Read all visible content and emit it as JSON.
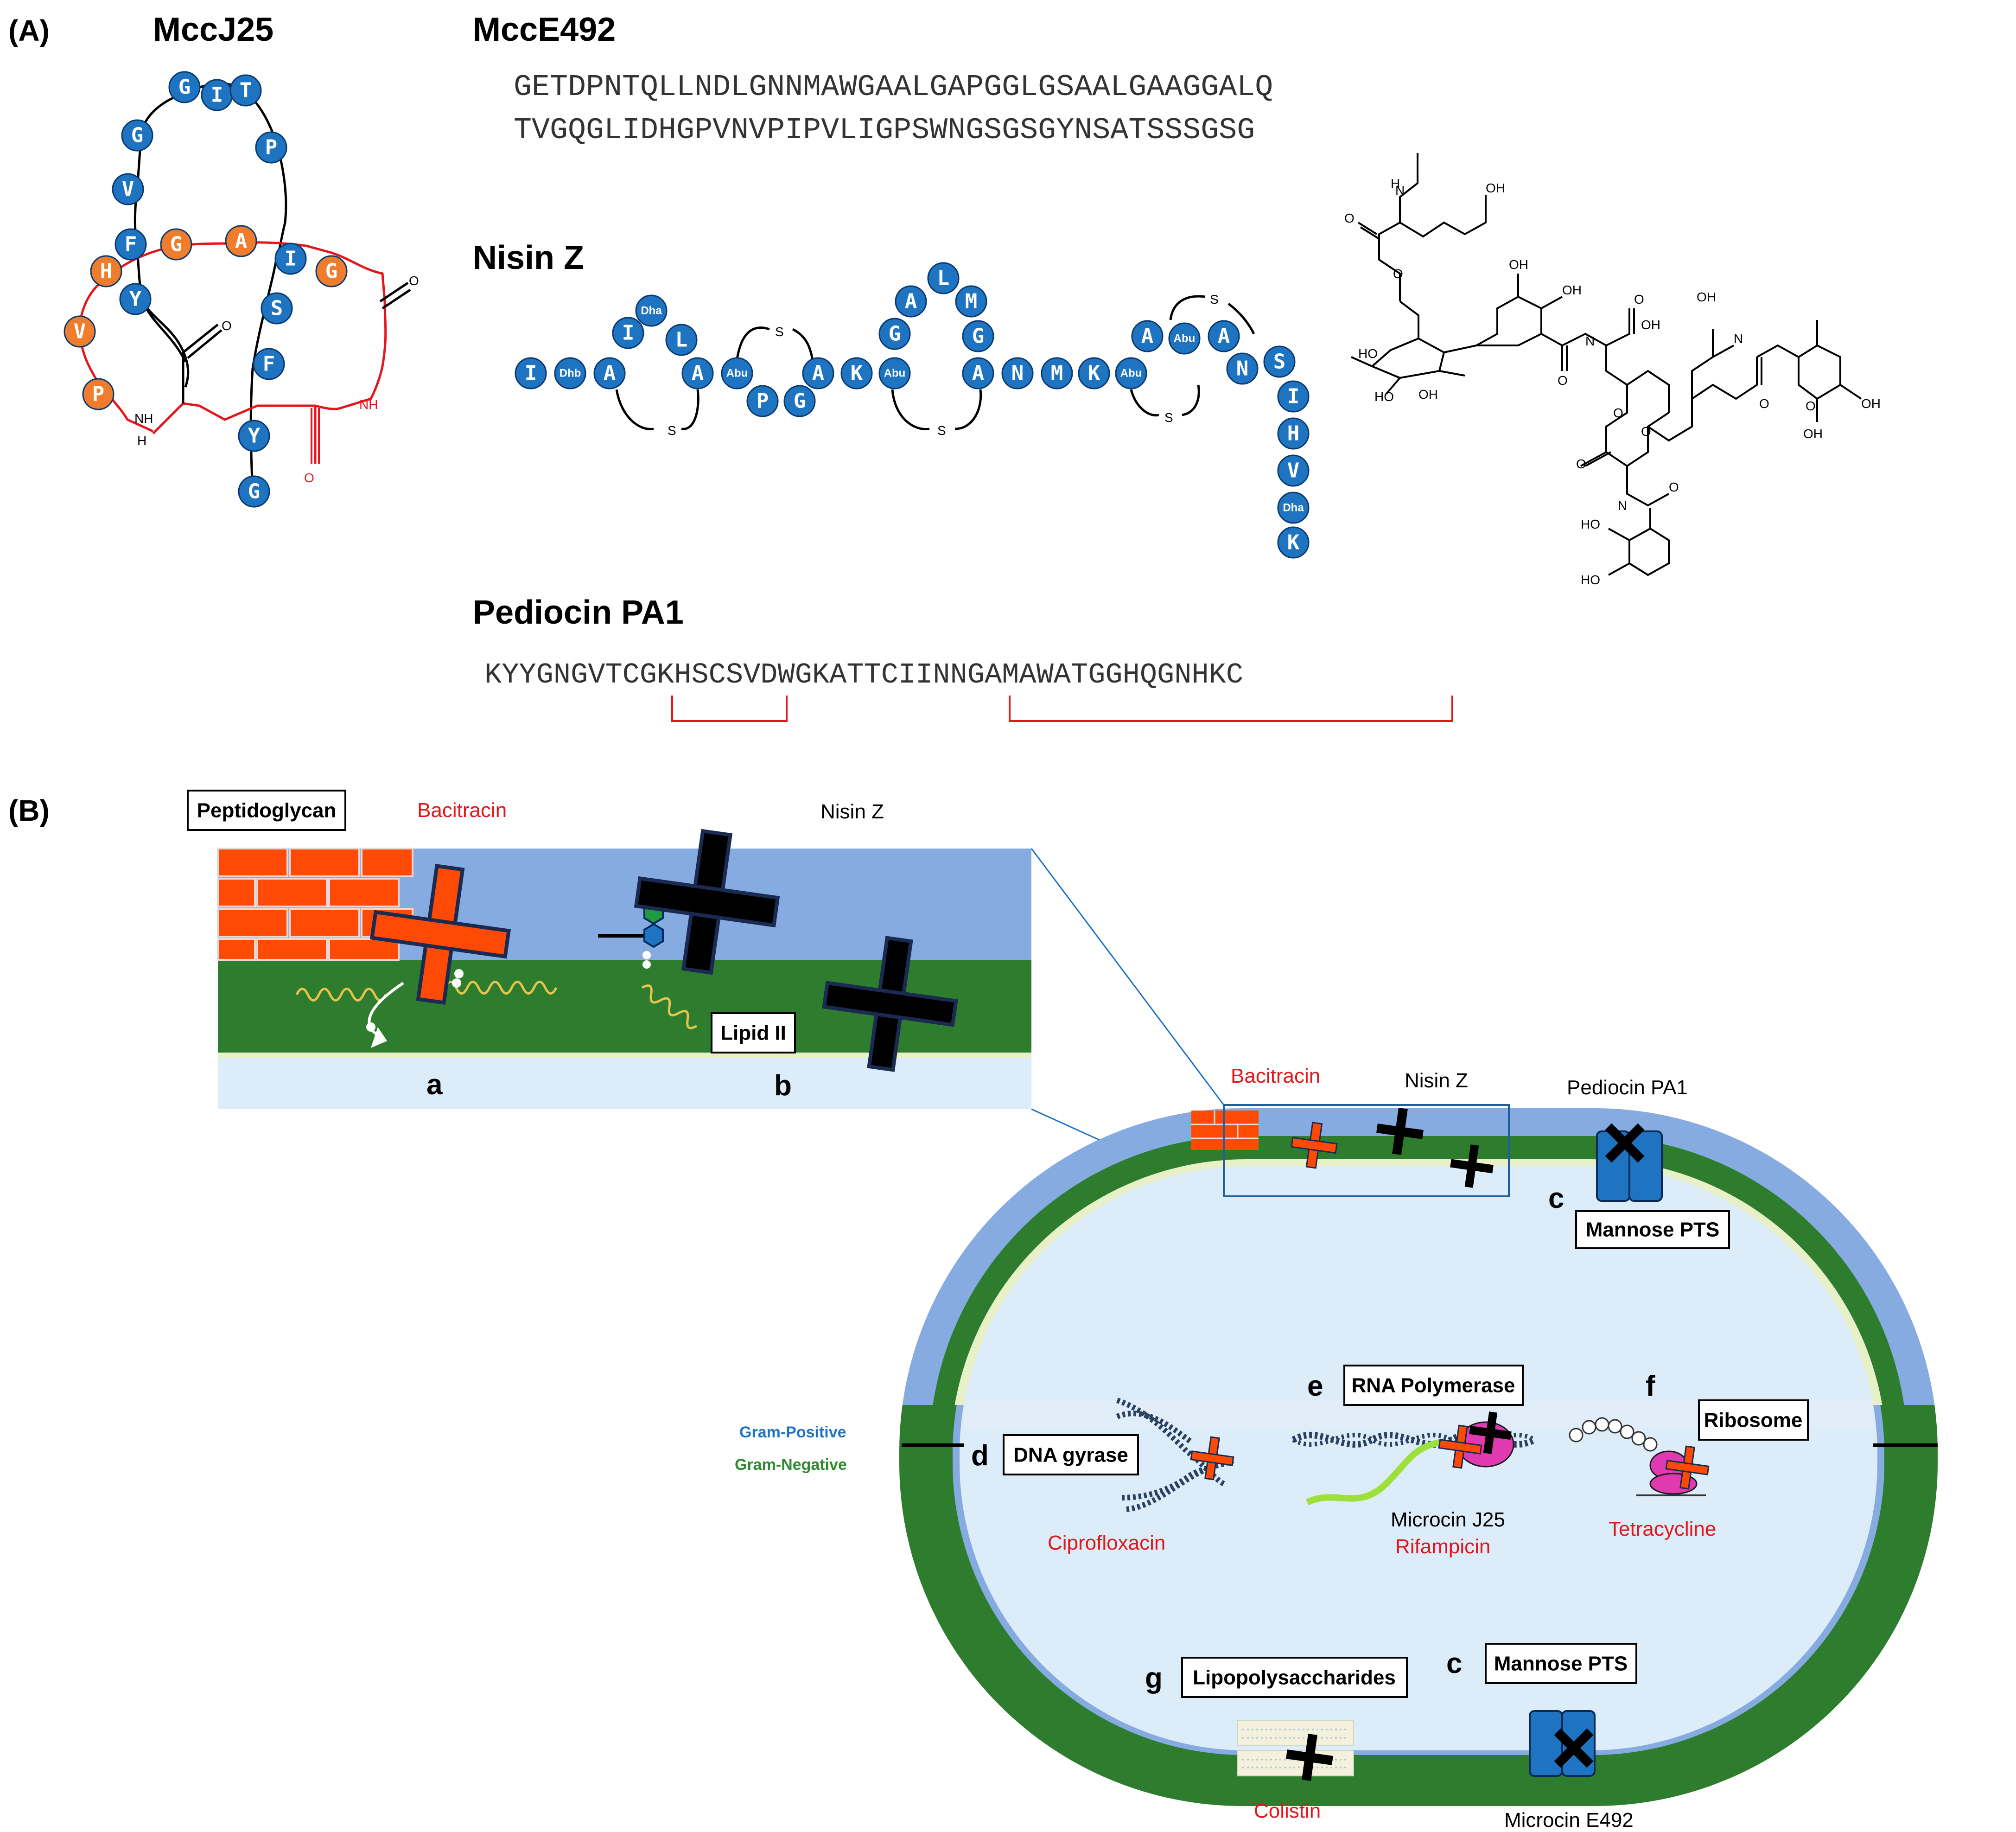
{
  "panel_a": {
    "label": "(A)",
    "mccj25": {
      "title": "MccJ25",
      "residues": [
        "G",
        "I",
        "G",
        "T",
        "V",
        "P",
        "F",
        "G",
        "A",
        "I",
        "G",
        "H",
        "Y",
        "S",
        "V",
        "F",
        "P",
        "Y",
        "G"
      ],
      "nh_label": "NH",
      "h_label": "H",
      "o_label": "O"
    },
    "mcce492": {
      "title": "MccE492",
      "seq_line1": "GETDPNTQLLNDLGNNMAWGAALGAPGGLGSAALGAAGGALQ",
      "seq_line2": "TVGQGLIDHGPVNVPIPVLIGPSWNGSGSGYNSATSSSGSG"
    },
    "nisin": {
      "title": "Nisin Z",
      "residues": [
        "I",
        "Dhb",
        "A",
        "I",
        "Dha",
        "L",
        "A",
        "Abu",
        "P",
        "G",
        "A",
        "K",
        "Abu",
        "G",
        "A",
        "L",
        "M",
        "G",
        "A",
        "N",
        "M",
        "K",
        "Abu",
        "A",
        "Abu",
        "A",
        "N",
        "S",
        "I",
        "H",
        "V",
        "Dha",
        "K"
      ],
      "sulfur": "S"
    },
    "pediocin": {
      "title": "Pediocin PA1",
      "sequence": "KYYGNGVTCGKHSCSVDWGKATTCIINNGAMAWATGGHQGNHKC"
    },
    "chem_labels": {
      "oh": "OH",
      "ho": "HO",
      "nh": "N",
      "h": "H",
      "o": "O"
    }
  },
  "panel_b": {
    "label": "(B)",
    "inset": {
      "peptidoglycan": "Peptidoglycan",
      "bacitracin": "Bacitracin",
      "nisin": "Nisin Z",
      "lipid_ii": "Lipid II",
      "letter_a": "a",
      "letter_b": "b"
    },
    "cell": {
      "bacitracin": "Bacitracin",
      "nisin": "Nisin Z",
      "pediocin": "Pediocin PA1",
      "letter_c": "c",
      "mannose_pts": "Mannose PTS",
      "gram_positive": "Gram-Positive",
      "gram_negative": "Gram-Negative",
      "letter_d": "d",
      "dna_gyrase": "DNA gyrase",
      "ciprofloxacin": "Ciprofloxacin",
      "letter_e": "e",
      "rna_polymerase": "RNA Polymerase",
      "microcin_j25": "Microcin J25",
      "rifampicin": "Rifampicin",
      "letter_f": "f",
      "ribosome": "Ribosome",
      "tetracycline": "Tetracycline",
      "letter_g": "g",
      "lps": "Lipopolysaccharides",
      "letter_c2": "c",
      "mannose_pts2": "Mannose PTS",
      "colistin": "Colistin",
      "microcin_e492": "Microcin E492"
    }
  },
  "colors": {
    "residue_blue": "#1f74c2",
    "residue_orange": "#f07d2d",
    "link_red": "#e4151b",
    "membrane_green": "#2e7d2e",
    "wall_blue": "#86abe0",
    "cyto": "#dcecf8"
  }
}
